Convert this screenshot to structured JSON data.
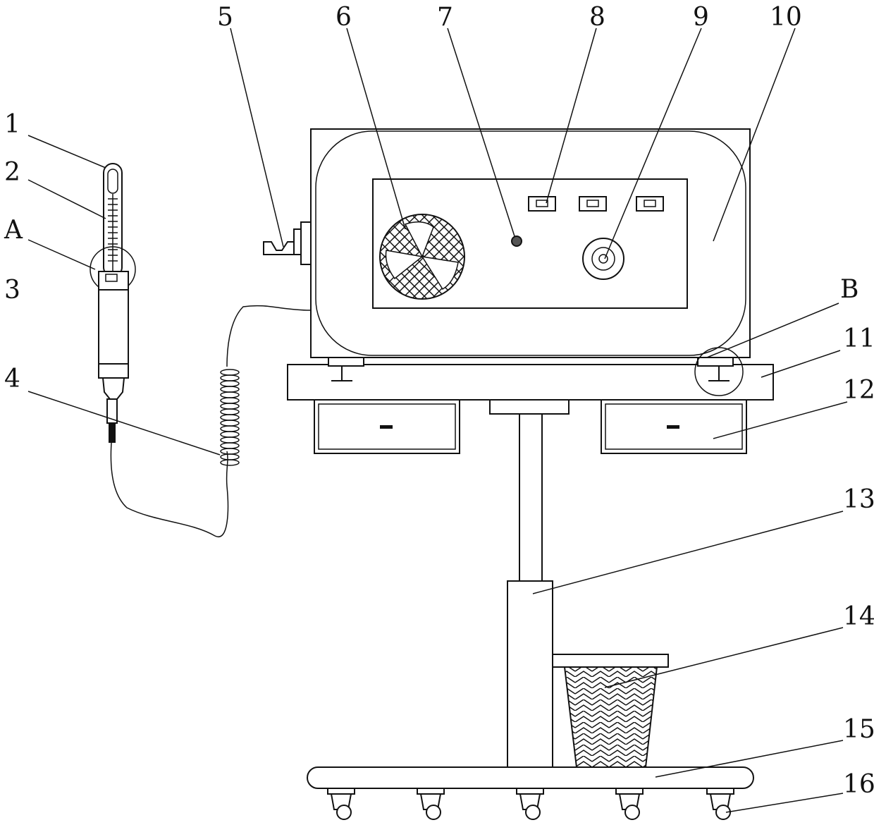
{
  "colors": {
    "stroke": "#111111",
    "background": "#ffffff"
  },
  "labels": {
    "l1": "1",
    "l2": "2",
    "lA": "A",
    "l3": "3",
    "l4": "4",
    "l5": "5",
    "l6": "6",
    "l7": "7",
    "l8": "8",
    "l9": "9",
    "l10": "10",
    "lB": "B",
    "l11": "11",
    "l12": "12",
    "l13": "13",
    "l14": "14",
    "l15": "15",
    "l16": "16"
  }
}
